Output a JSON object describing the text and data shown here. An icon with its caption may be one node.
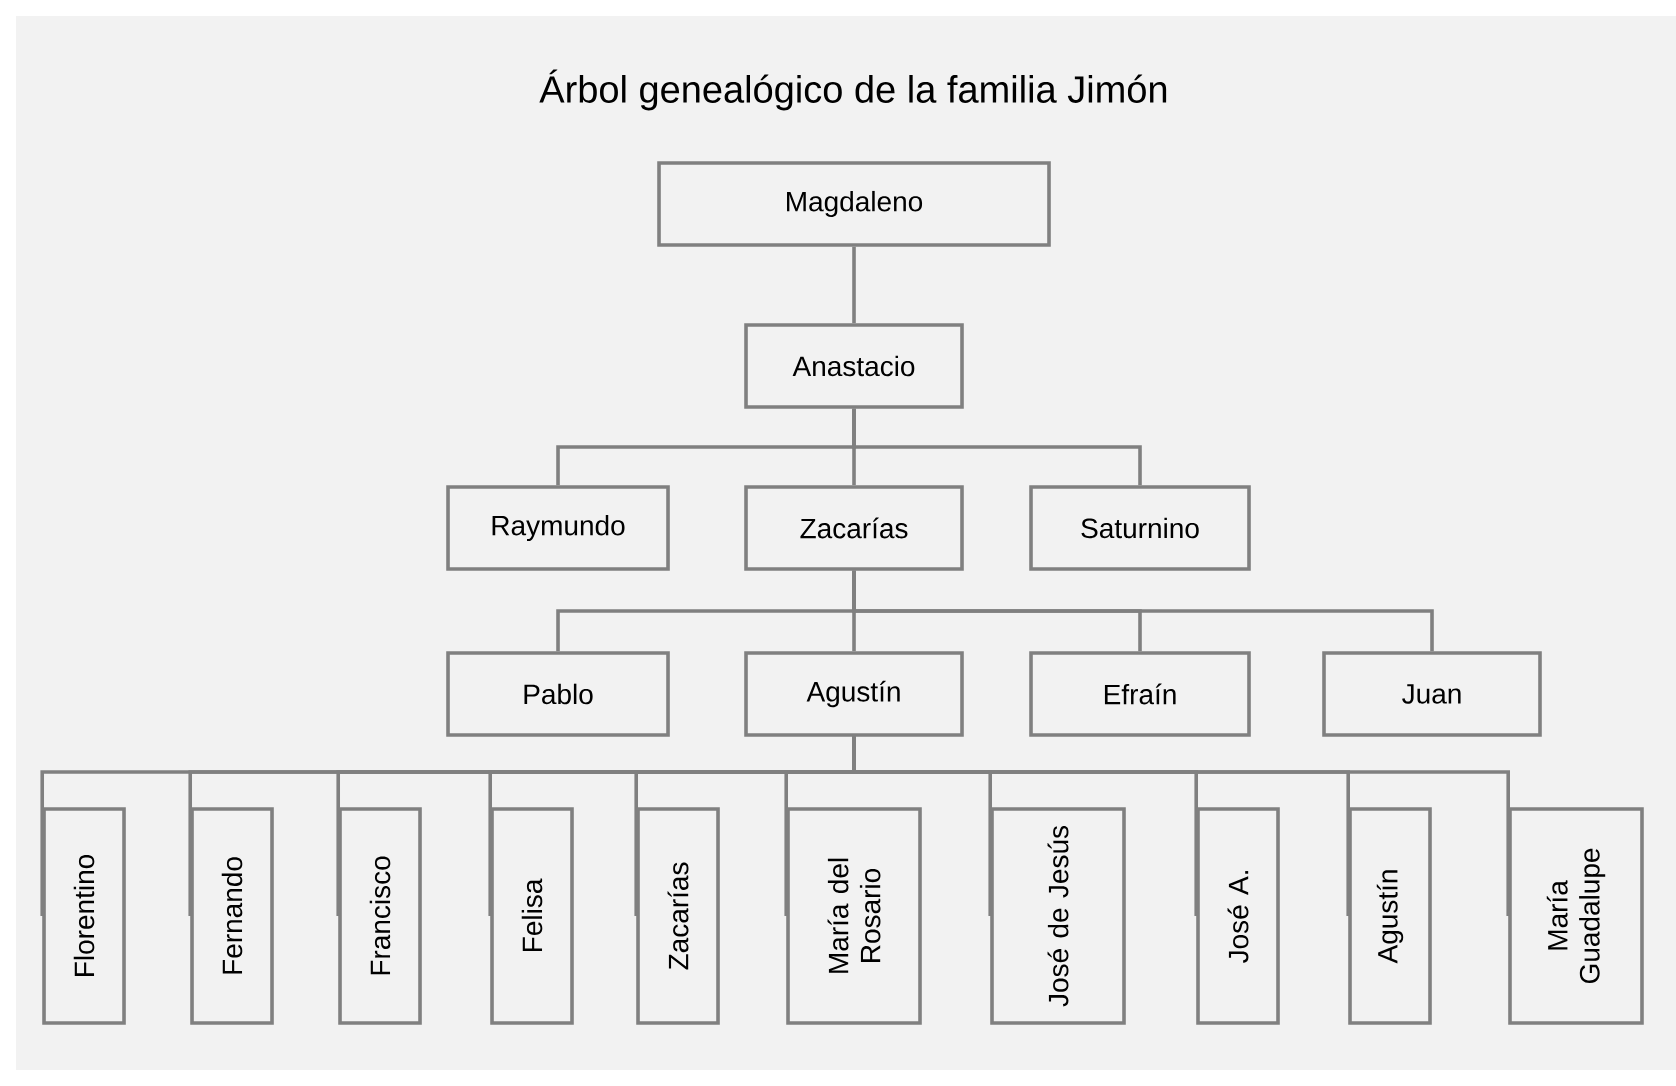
{
  "diagram": {
    "title": "Árbol genealógico de la familia Jimón",
    "nodes": [
      {
        "text": [
          "Magdaleno"
        ]
      },
      {
        "text": [
          "Anastacio"
        ]
      },
      {
        "text": [
          "Raymundo"
        ]
      },
      {
        "text": [
          "Zacarías"
        ]
      },
      {
        "text": [
          "Saturnino"
        ]
      },
      {
        "text": [
          "Pablo"
        ]
      },
      {
        "text": [
          "Agustín"
        ]
      },
      {
        "text": [
          "Efraín"
        ]
      },
      {
        "text": [
          "Juan"
        ]
      },
      {
        "text": [
          "Florentino"
        ]
      },
      {
        "text": [
          "Fernando"
        ]
      },
      {
        "text": [
          "Francisco"
        ]
      },
      {
        "text": [
          "Felisa"
        ]
      },
      {
        "text": [
          "Zacarías"
        ]
      },
      {
        "text": [
          "María del Rosario"
        ]
      },
      {
        "text": [
          "José de Jesús"
        ]
      },
      {
        "text": [
          "José A."
        ]
      },
      {
        "text": [
          "Agustín"
        ]
      },
      {
        "text": [
          "María Guadalupe"
        ]
      }
    ],
    "edges": [
      {
        "from": 0,
        "to": 1,
        "arrow": "none"
      },
      {
        "from": 1,
        "to": 2,
        "arrow": "none"
      },
      {
        "from": 1,
        "to": 3,
        "arrow": "none"
      },
      {
        "from": 1,
        "to": 4,
        "arrow": "none"
      },
      {
        "from": 3,
        "to": 5,
        "arrow": "none"
      },
      {
        "from": 3,
        "to": 6,
        "arrow": "none"
      },
      {
        "from": 3,
        "to": 7,
        "arrow": "none"
      },
      {
        "from": 3,
        "to": 8,
        "arrow": "none"
      },
      {
        "from": 6,
        "to": 9,
        "arrow": "none"
      },
      {
        "from": 6,
        "to": 10,
        "arrow": "none"
      },
      {
        "from": 6,
        "to": 11,
        "arrow": "none"
      },
      {
        "from": 6,
        "to": 12,
        "arrow": "none"
      },
      {
        "from": 6,
        "to": 13,
        "arrow": "none"
      },
      {
        "from": 6,
        "to": 14,
        "arrow": "none"
      },
      {
        "from": 6,
        "to": 15,
        "arrow": "none"
      },
      {
        "from": 6,
        "to": 16,
        "arrow": "none"
      },
      {
        "from": 6,
        "to": 17,
        "arrow": "none"
      },
      {
        "from": 6,
        "to": 18,
        "arrow": "none"
      }
    ]
  }
}
